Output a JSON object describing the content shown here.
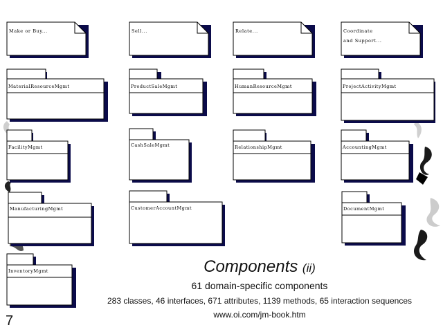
{
  "notes": [
    {
      "id": "make-or-buy",
      "text": "Make or Buy..."
    },
    {
      "id": "sell",
      "text": "Sell..."
    },
    {
      "id": "relate",
      "text": "Relate..."
    },
    {
      "id": "coordinate-support",
      "text": "Coordinate\nand Support..."
    }
  ],
  "packages": [
    {
      "id": "material-resource-mgmt",
      "name": "MaterialResourceMgmt"
    },
    {
      "id": "product-sale-mgmt",
      "name": "ProductSaleMgmt"
    },
    {
      "id": "human-resource-mgmt",
      "name": "HumanResourceMgmt"
    },
    {
      "id": "project-activity-mgmt",
      "name": "ProjectActivityMgmt"
    },
    {
      "id": "facility-mgmt",
      "name": "FacilityMgmt"
    },
    {
      "id": "cash-sale-mgmt",
      "name": "CashSaleMgmt"
    },
    {
      "id": "relationship-mgmt",
      "name": "RelationshipMgmt"
    },
    {
      "id": "accounting-mgmt",
      "name": "AccountingMgmt"
    },
    {
      "id": "manufacturing-mgmt",
      "name": "ManufacturingMgmt"
    },
    {
      "id": "customer-account-mgmt",
      "name": "CustomerAccountMgmt"
    },
    {
      "id": "document-mgmt",
      "name": "DocumentMgmt"
    },
    {
      "id": "inventory-mgmt",
      "name": "InventoryMgmt"
    }
  ],
  "caption": {
    "title": "Components",
    "title_suffix": "(ii)",
    "subtitle": "61 domain-specific components",
    "stats": "283 classes, 46 interfaces, 671 attributes, 1139 methods, 65 interaction sequences",
    "url": "www.oi.com/jm-book.htm"
  },
  "page_number": "7",
  "colors": {
    "border": "#000000",
    "shadow": "#0b0b4a",
    "swirl_light": "#d0d0d0",
    "swirl_dark": "#1a1a1a"
  }
}
